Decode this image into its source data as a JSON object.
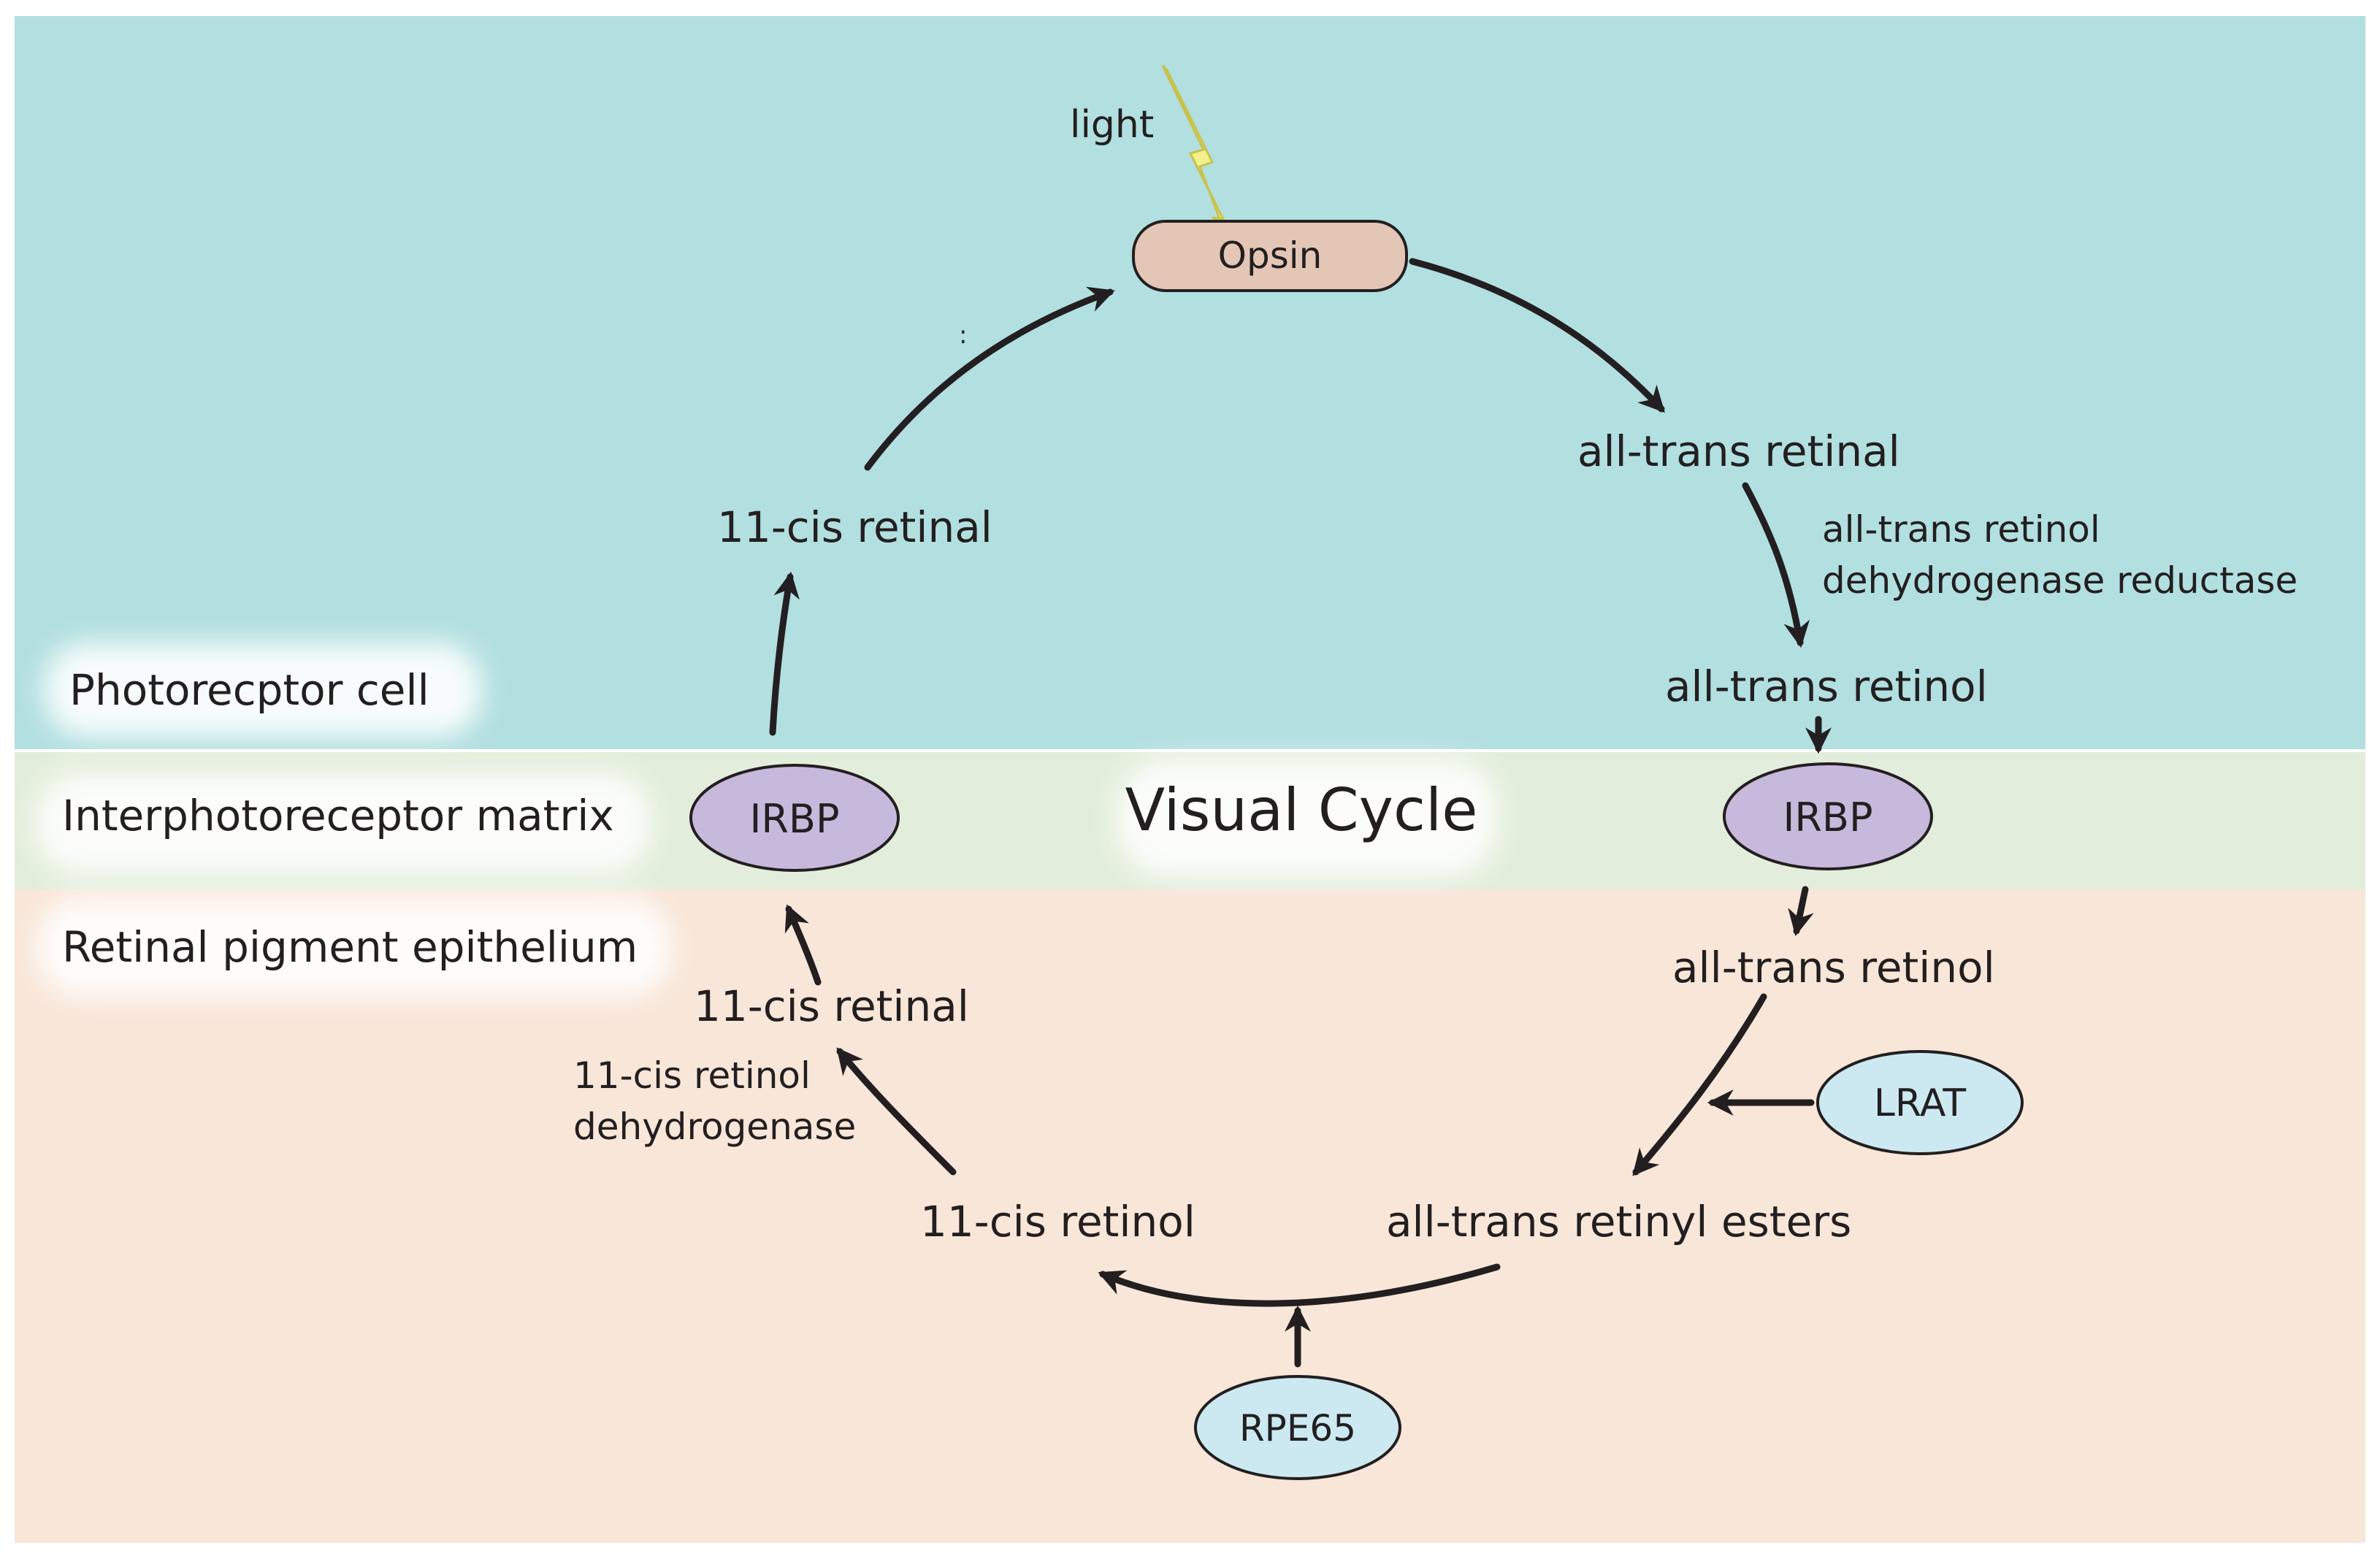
{
  "title": "Visual Cycle",
  "zones": {
    "photoreceptor": "Photorecptor cell",
    "matrix": "Interphotoreceptor matrix",
    "rpe": "Retinal pigment epithelium"
  },
  "light": "light",
  "nodes": {
    "opsin": "Opsin",
    "all_trans_retinal": "all-trans retinal",
    "all_trans_retinol_top": "all-trans retinol",
    "irbp_right": "IRBP",
    "all_trans_retinol_bottom": "all-trans retinol",
    "lrat": "LRAT",
    "retinyl_esters": "all-trans retinyl esters",
    "rpe65": "RPE65",
    "cis_retinol": "11-cis retinol",
    "cis_retinal_rpe": "11-cis retinal",
    "irbp_left": "IRBP",
    "cis_retinal_top": "11-cis retinal"
  },
  "enzymes": {
    "rdh_line1": "all-trans retinol",
    "rdh_line2": "dehydrogenase reductase",
    "cis_rdh_line1": "11-cis retinol",
    "cis_rdh_line2": "dehydrogenase"
  },
  "stray_mark": ":",
  "colors": {
    "photoreceptor_bg": "#b2dfe0",
    "matrix_bg": "#e2eedb",
    "rpe_bg": "#f8e6d8",
    "opsin_fill": "#e3c6b6",
    "irbp_fill": "#c7b9dc",
    "enzyme_fill": "#cce9f2",
    "light_fill": "#f3f18a",
    "arrow": "#231f20"
  }
}
